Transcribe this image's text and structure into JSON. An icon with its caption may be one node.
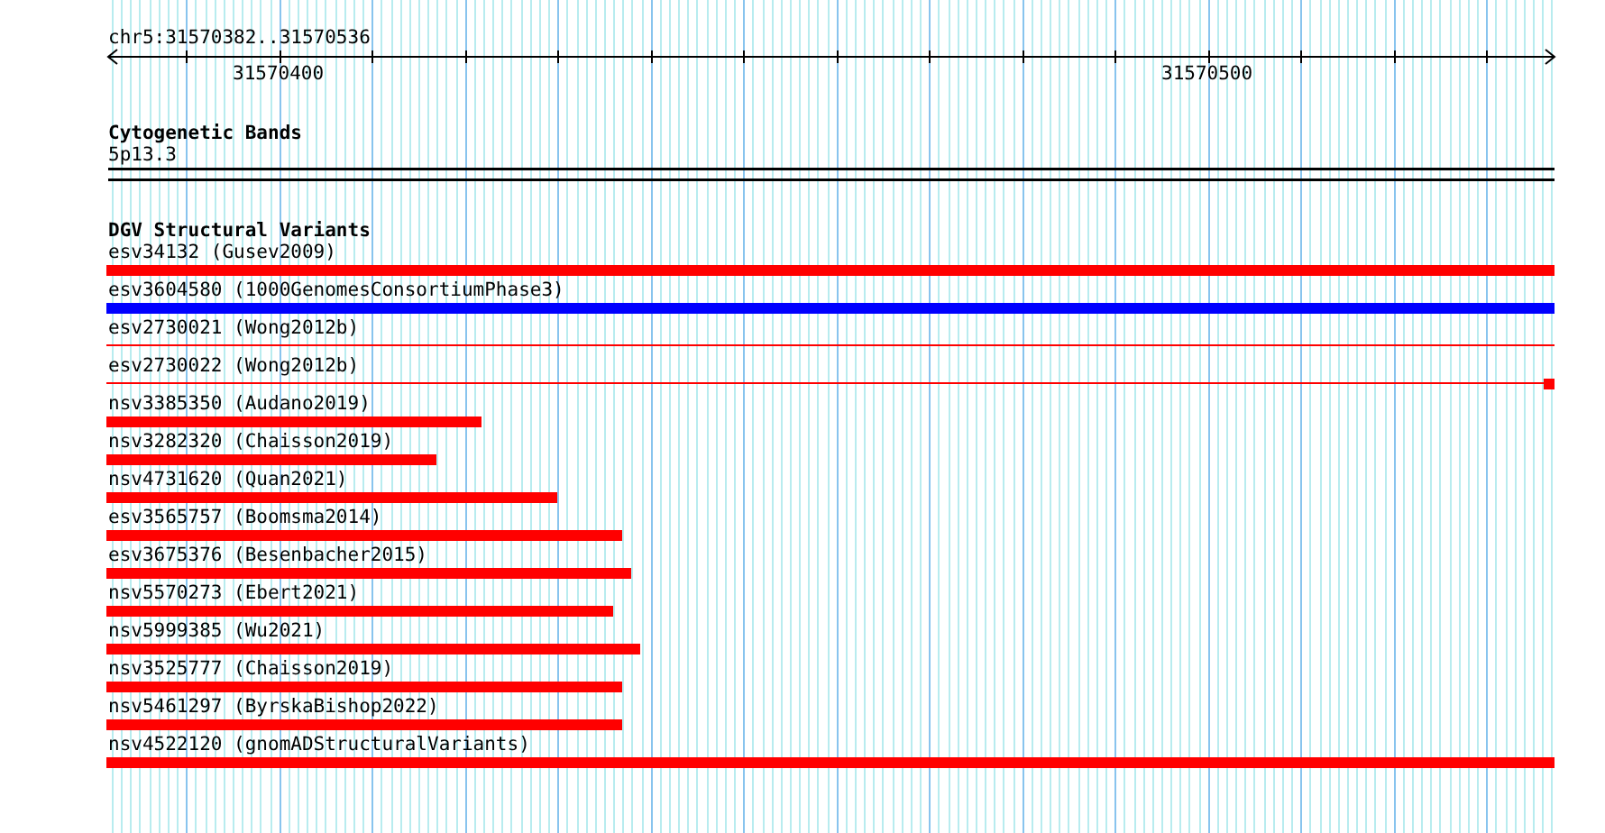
{
  "diagram": {
    "labels": [
      "chr5:31570382..31570536",
      "31570400",
      "31570500",
      "Cytogenetic Bands",
      "5p13.3",
      "DGV Structural Variants",
      "esv34132 (Gusev2009)",
      "esv3604580 (1000GenomesConsortiumPhase3)",
      "esv2730021 (Wong2012b)",
      "esv2730022 (Wong2012b)",
      "nsv3385350 (Audano2019)",
      "nsv3282320 (Chaisson2019)",
      "nsv4731620 (Quan2021)",
      "esv3565757 (Boomsma2014)",
      "esv3675376 (Besenbacher2015)",
      "nsv5570273 (Ebert2021)",
      "nsv5999385 (Wu2021)",
      "nsv3525777 (Chaisson2019)",
      "nsv5461297 (ByrskaBishop2022)",
      "nsv4522120 (gnomADStructuralVariants)"
    ]
  }
}
